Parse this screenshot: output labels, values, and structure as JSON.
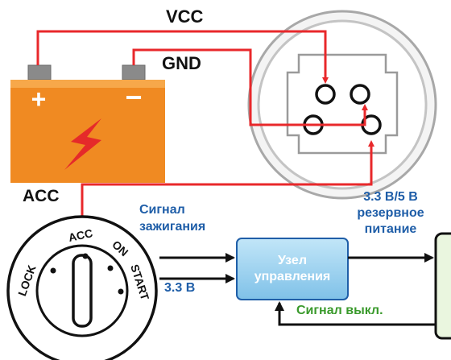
{
  "labels": {
    "vcc": "VCC",
    "gnd": "GND",
    "acc": "ACC",
    "ignition_signal_1": "Сигнал",
    "ignition_signal_2": "зажигания",
    "supply_voltage": "3.3 В",
    "backup_1": "3.3 В/5 В",
    "backup_2": "резервное",
    "backup_3": "питание",
    "shutdown_signal": "Сигнал выкл."
  },
  "control_unit": {
    "line1": "Узел",
    "line2": "управления"
  },
  "ignition_switch": {
    "positions": [
      "LOCK",
      "ACC",
      "ON",
      "START"
    ]
  },
  "battery": {
    "plus": "+",
    "minus": "−"
  },
  "colors": {
    "wire": "#e8282b",
    "battery_body": "#f08a22",
    "battery_top": "#f7a84a",
    "terminal": "#8a8a8a",
    "module_fill": "#9fd3ef",
    "module_stroke": "#1f5ea8",
    "output_box": "#eaf6df",
    "text_blue": "#1f5ea8",
    "text_green": "#3a9a2c"
  }
}
